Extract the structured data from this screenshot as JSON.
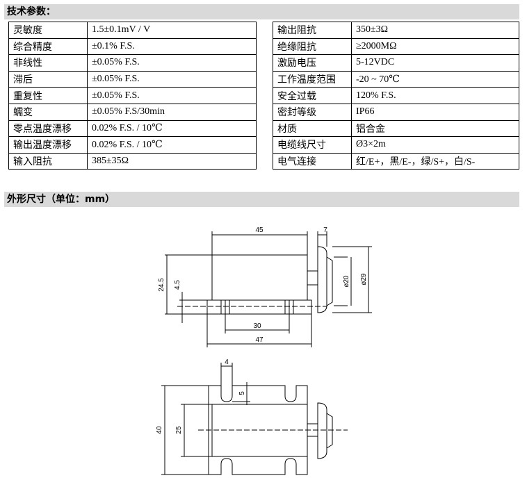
{
  "sections": {
    "specs_title": "技术参数：",
    "dims_title": "外形尺寸（单位：mm）"
  },
  "specs_left": [
    {
      "label": "灵敏度",
      "value": "1.5±0.1mV / V"
    },
    {
      "label": "综合精度",
      "value": "±0.1% F.S."
    },
    {
      "label": "非线性",
      "value": "±0.05% F.S."
    },
    {
      "label": "滞后",
      "value": "±0.05% F.S."
    },
    {
      "label": "重复性",
      "value": "±0.05% F.S."
    },
    {
      "label": "蠕变",
      "value": "±0.05% F.S/30min"
    },
    {
      "label": "零点温度漂移",
      "value": "0.02% F.S. / 10℃"
    },
    {
      "label": "输出温度漂移",
      "value": "0.02% F.S. / 10℃"
    },
    {
      "label": "输入阻抗",
      "value": "385±35Ω"
    }
  ],
  "specs_right": [
    {
      "label": "输出阻抗",
      "value": "350±3Ω"
    },
    {
      "label": "绝缘阻抗",
      "value": "≥2000MΩ"
    },
    {
      "label": "激励电压",
      "value": "5-12VDC"
    },
    {
      "label": "工作温度范围",
      "value": "-20 ~ 70℃"
    },
    {
      "label": "安全过载",
      "value": "120% F.S."
    },
    {
      "label": "密封等级",
      "value": "IP66"
    },
    {
      "label": "材质",
      "value": "铝合金"
    },
    {
      "label": "电缆线尺寸",
      "value": "Ø3×2m"
    },
    {
      "label": "电气连接",
      "value": "红/E+，黑/E-，绿/S+，白/S-"
    }
  ],
  "dimensions": {
    "top_length": "45",
    "cap_width": "7",
    "height_total": "24.5",
    "flange_height": "4.5",
    "dia_inner": "ø20",
    "dia_outer": "ø29",
    "hole_spacing": "30",
    "base_length": "47",
    "slot_width": "4",
    "slot_depth": "5",
    "width_total": "40",
    "width_inner": "25"
  }
}
